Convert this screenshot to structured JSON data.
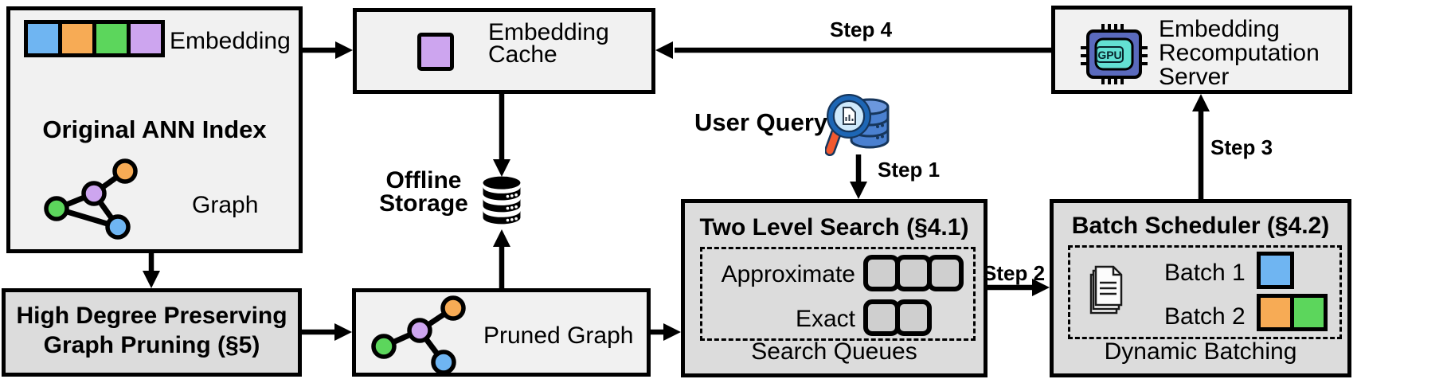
{
  "figure": {
    "ann_index": {
      "title": "Original ANN Index",
      "embedding_label": "Embedding",
      "graph_label": "Graph"
    },
    "graph_pruning": {
      "line1": "High Degree Preserving",
      "line2": "Graph Pruning (§5)"
    },
    "embedding_cache": {
      "line1": "Embedding",
      "line2": "Cache"
    },
    "offline_storage": {
      "line1": "Offline",
      "line2": "Storage"
    },
    "pruned_graph": {
      "label": "Pruned Graph"
    },
    "user_query": {
      "label": "User Query"
    },
    "two_level_search": {
      "title": "Two Level Search (§4.1)",
      "approximate_label": "Approximate",
      "exact_label": "Exact",
      "footer": "Search Queues"
    },
    "batch_scheduler": {
      "title": "Batch Scheduler (§4.2)",
      "batch1_label": "Batch 1",
      "batch2_label": "Batch 2",
      "footer": "Dynamic Batching"
    },
    "recomputation_server": {
      "line1": "Embedding",
      "line2": "Recomputation",
      "line3": "Server",
      "chip_label": "GPU"
    }
  },
  "steps": {
    "step1": "Step 1",
    "step2": "Step 2",
    "step3": "Step 3",
    "step4": "Step 4"
  },
  "colors": {
    "embedding-blue": "#6fb5f2",
    "embedding-orange": "#f7ab55",
    "embedding-green": "#5cd65c",
    "embedding-purple": "#cda5ef",
    "box-light": "#f1f1f1",
    "box-dark": "#dcdcdc",
    "queue-fill": "#cfcfcf",
    "chip-body": "#5a6abd",
    "chip-core": "#63e0d3",
    "db-blue": "#4a80d0",
    "db-top": "#6b97dd",
    "db-outline": "#16365c",
    "lens-fill": "#cfe9fb",
    "lens-rim": "#1d66b5",
    "handle-orange": "#f2592f"
  }
}
